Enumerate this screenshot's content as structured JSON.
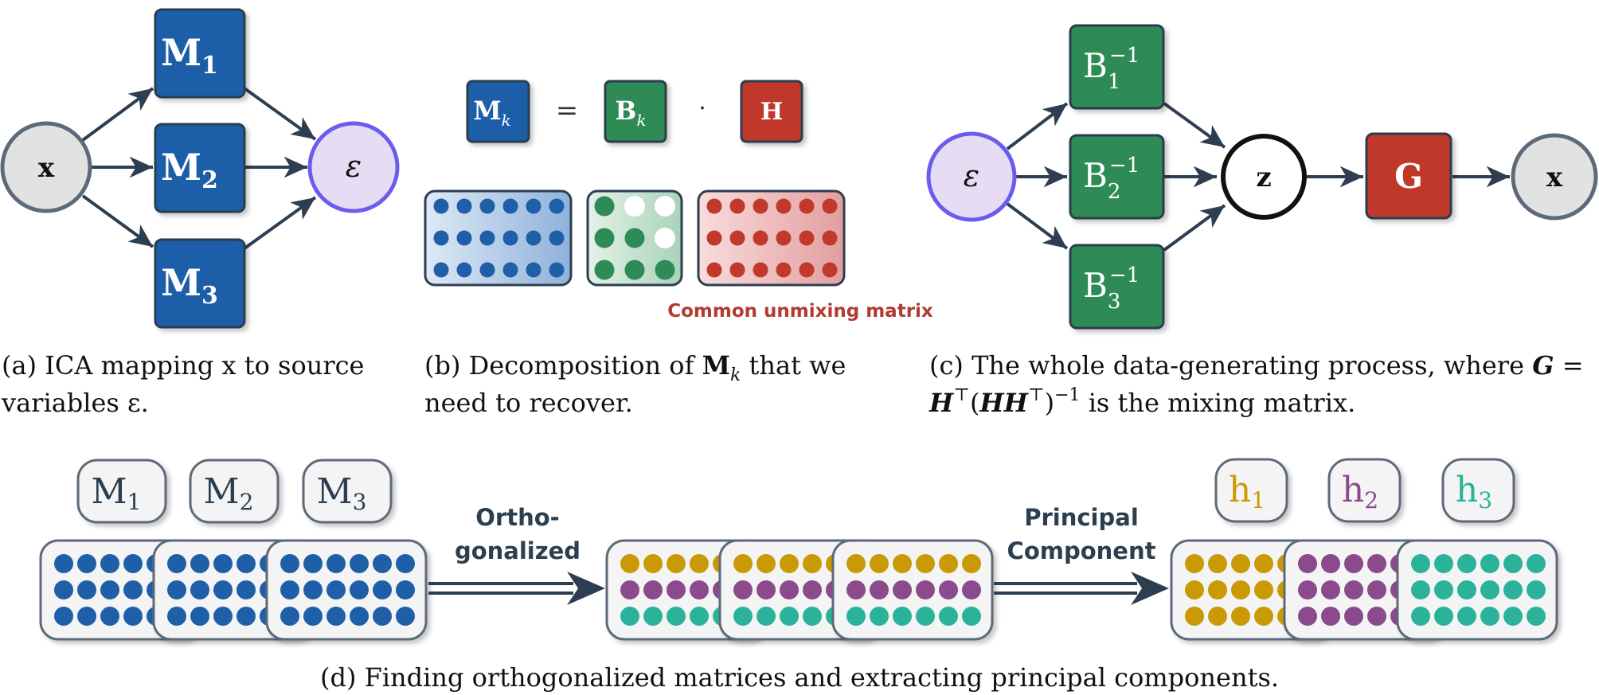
{
  "colors": {
    "blue": "#1f5fa8",
    "green": "#2e8b57",
    "red": "#c0392b",
    "dark": "#2c3e50",
    "gray_node": "#e2e2e2",
    "eps_fill": "#e6ddf4",
    "eps_stroke": "#6b5cf0",
    "gold": "#c99a06",
    "purple": "#8b4a8c",
    "teal": "#2ab39a",
    "text_red": "#b23a30"
  },
  "panel_a": {
    "x_label": "x",
    "m_labels": [
      "M",
      "M",
      "M"
    ],
    "m_subs": [
      "1",
      "2",
      "3"
    ],
    "eps_label": "ε",
    "caption_line1": "(a) ICA mapping x to source",
    "caption_line2": "variables ε."
  },
  "panel_b": {
    "mk_main": "M",
    "mk_sub": "k",
    "equals": "=",
    "bk_main": "B",
    "bk_sub": "k",
    "dot": "·",
    "h_label": "H",
    "annotation": "Common unmixing matrix",
    "caption_line1": "(b) Decomposition of M_k that we",
    "caption_line2": "need to recover."
  },
  "panel_c": {
    "eps_label": "ε",
    "b_main": [
      "B",
      "B",
      "B"
    ],
    "b_subs": [
      "1",
      "2",
      "3"
    ],
    "b_sup": "−1",
    "z_label": "z",
    "g_label": "G",
    "x_label": "x",
    "caption_line1": "(c) The whole data-generating process, where G =",
    "caption_line2": "H⊤(HH⊤)⁻¹ is the mixing matrix."
  },
  "panel_d": {
    "m_main": [
      "M",
      "M",
      "M"
    ],
    "m_subs": [
      "1",
      "2",
      "3"
    ],
    "h_main": [
      "h",
      "h",
      "h"
    ],
    "h_subs": [
      "1",
      "2",
      "3"
    ],
    "arrow1_line1": "Ortho-",
    "arrow1_line2": "gonalized",
    "arrow2_line1": "Principal",
    "arrow2_line2": "Component",
    "caption": "(d) Finding orthogonalized matrices and extracting principal components."
  }
}
